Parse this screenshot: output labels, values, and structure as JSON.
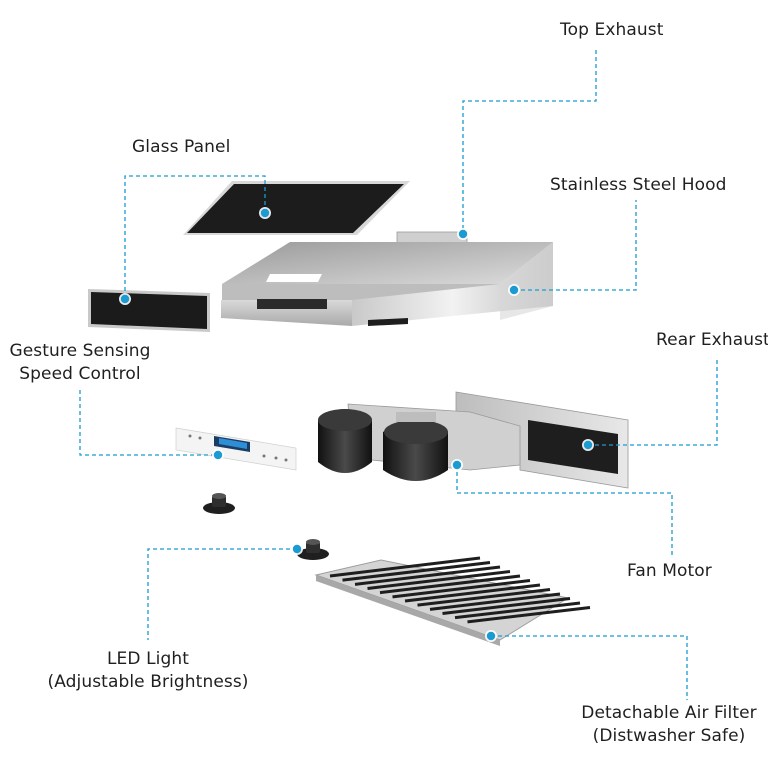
{
  "colors": {
    "leader": "#1b9bd1",
    "dot": "#1b9bd1",
    "steel_light": "#e4e4e4",
    "steel_mid": "#bdbdbd",
    "steel_dark": "#8c8c8c",
    "glass": "#1e1e1e",
    "motor": "#2b2b2b",
    "text": "#1f1f1f"
  },
  "labels": {
    "top_exhaust": "Top Exhaust",
    "glass_panel": "Glass Panel",
    "stainless_steel_hood": "Stainless Steel Hood",
    "gesture_line1": "Gesture Sensing",
    "gesture_line2": "Speed Control",
    "rear_exhaust": "Rear Exhaust",
    "fan_motor": "Fan Motor",
    "led_line1": "LED Light",
    "led_line2": "(Adjustable Brightness)",
    "filter_line1": "Detachable Air Filter",
    "filter_line2": "(Distwasher Safe)"
  }
}
